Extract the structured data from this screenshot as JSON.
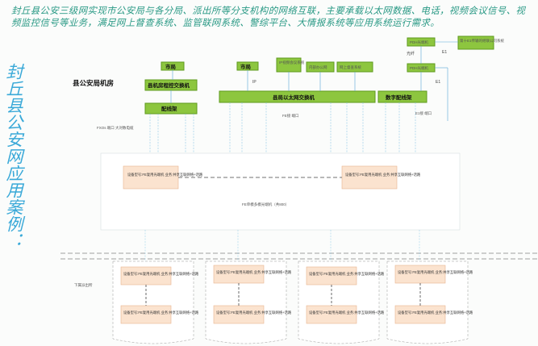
{
  "intro_text": "封丘县公安三级网实现市公安局与各分局、派出所等分支机构的网络互联，主要承载以太网数据、电话，视频会议信号、视频监控信号等业务，满足网上督查系统、监管联网系统、警综平台、大情报系统等应用系统运行需求。",
  "side_title": "封丘县公安网应用案例：",
  "diagram": {
    "county_bureau": "县公安局机房",
    "city_bureau_left": "市局",
    "city_bureau_mid": "市局",
    "ip_label": "IP",
    "switch_label": "县机房程控交换机",
    "patch_panel": "配线架",
    "ip_video": "IP视频会议系统",
    "internal_office": "内部办公网",
    "online_supervision": "网上督查系统",
    "lan_switch": "县局以太网交换机",
    "digital_patch": "数字配线架",
    "pdh_top": "PDH光端机",
    "pdh_mid": "PDH光端机",
    "fiber": "光纤",
    "e1_top": "E1",
    "e1_mid": "E1",
    "e1_top_label": "第十E1传输的继联公司系统",
    "fxo_label": "FXOs 端口 大对数电缆",
    "fe_label": "FE接 端口",
    "e1_port_label": "E1接 端口",
    "center_device": "设备型号:FE复用光端机 业务:共享互联网络+话路",
    "center_device_right": "设备型号:FE复用光端机 业务:共享互联网络+话路",
    "ring_label": "FE单模多模光端机（共800）",
    "branch_label": "下属派出所",
    "node_device": "设备型号:FE复用光端机 业务:共享互联网络+话路",
    "node_count": 8
  },
  "colors": {
    "green": "#8dc63f",
    "orange_fill": "#fbe3cf",
    "accent": "#3aa9d8",
    "text_teal": "#2b9a86"
  }
}
